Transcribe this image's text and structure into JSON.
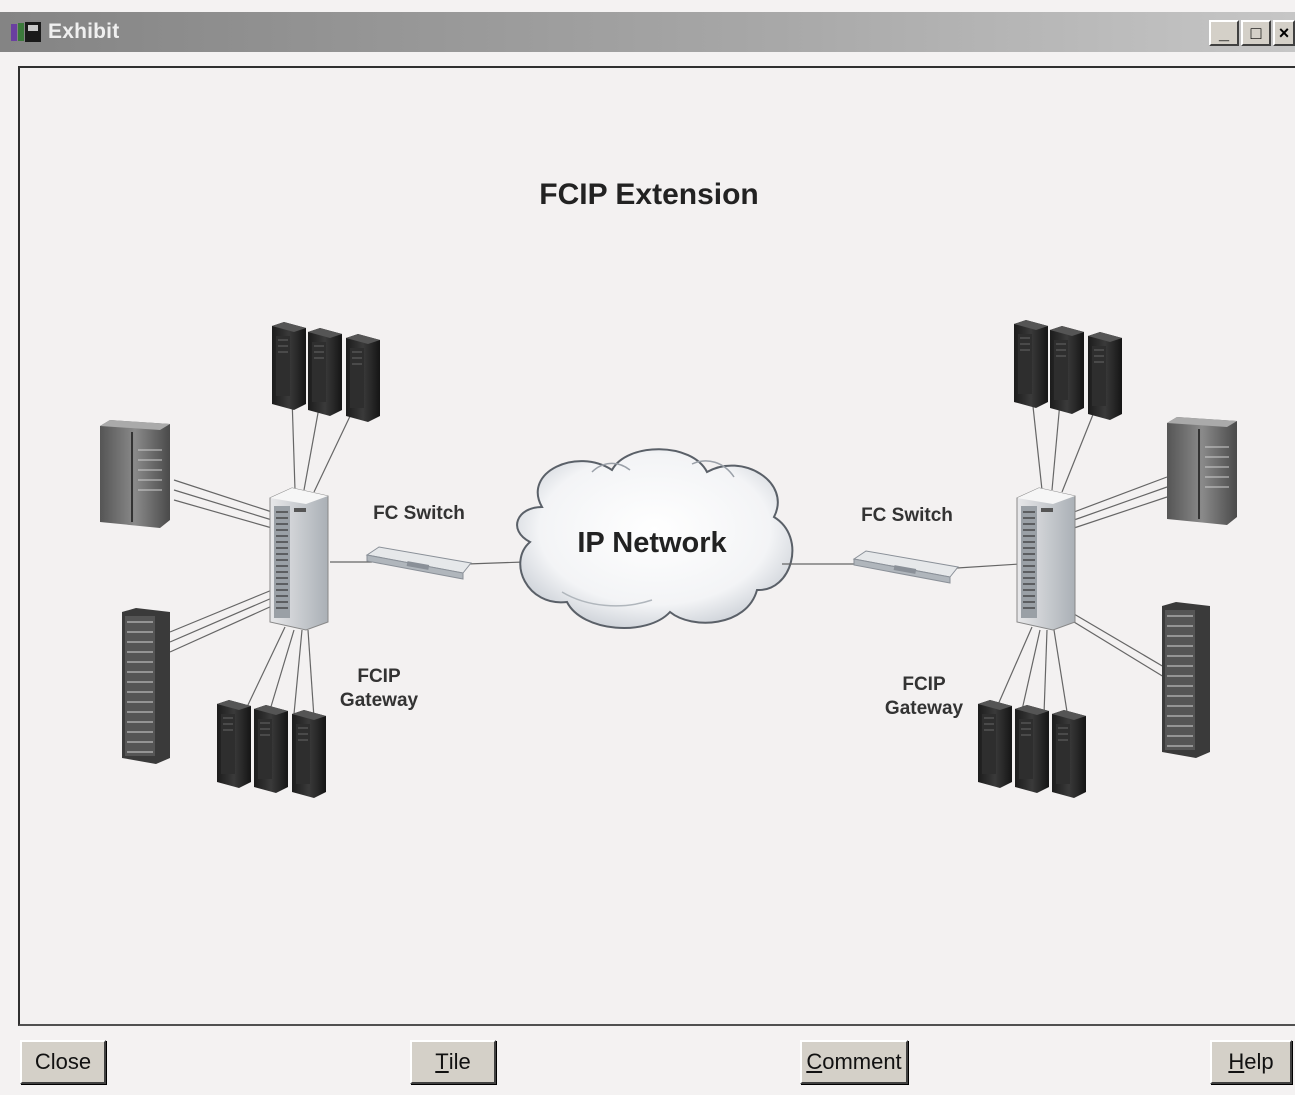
{
  "window": {
    "title": "Exhibit",
    "controls": {
      "minimize": "_",
      "maximize": "□",
      "close": "×"
    }
  },
  "diagram": {
    "title": "FCIP Extension",
    "cloud_label": "IP Network",
    "left": {
      "switch_label": "FC Switch",
      "gateway_label_line1": "FCIP",
      "gateway_label_line2": "Gateway"
    },
    "right": {
      "switch_label": "FC Switch",
      "gateway_label_line1": "FCIP",
      "gateway_label_line2": "Gateway"
    }
  },
  "buttons": {
    "close": {
      "label": "Close"
    },
    "tile": {
      "mnemonic": "T",
      "rest": "ile"
    },
    "comment": {
      "mnemonic": "C",
      "rest": "omment"
    },
    "help": {
      "mnemonic": "H",
      "rest": "elp"
    }
  }
}
